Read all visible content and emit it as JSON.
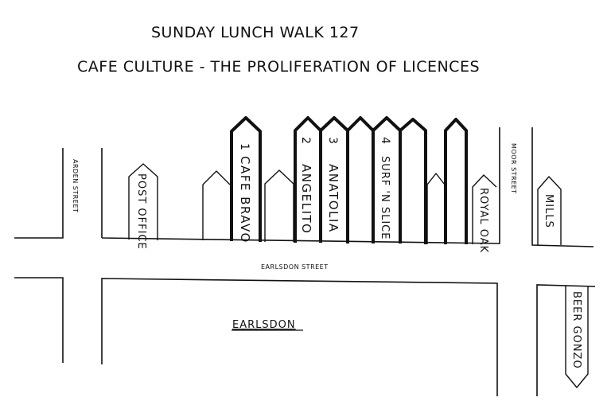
{
  "title": "SUNDAY LUNCH WALK 127",
  "subtitle": "CAFE CULTURE - THE PROLIFERATION OF LICENCES",
  "streets": {
    "arden": "ARDEN STREET",
    "moor": "MOOR STREET",
    "earlsdon_street": "EARLSDON STREET"
  },
  "area_label": "EARLSDON",
  "buildings": {
    "post_office": "POST OFFICE",
    "cafe_bravo": "CAFE BRAVO",
    "cafe_bravo_num": "1",
    "angelito": "ANGELITO",
    "angelito_num": "2",
    "anatolia": "ANATOLIA",
    "anatolia_num": "3",
    "surf_n_slice": "SURF 'N SLICE",
    "surf_n_slice_num": "4",
    "royal_oak": "ROYAL OAK",
    "mills": "MILLS",
    "beer_gonzo": "BEER GONZO"
  }
}
